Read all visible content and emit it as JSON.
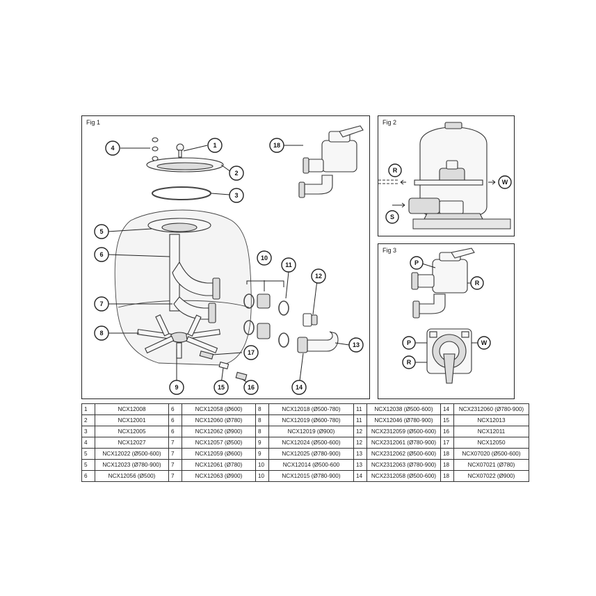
{
  "figures": {
    "fig1": {
      "label": "Fig 1",
      "callouts": [
        "1",
        "2",
        "3",
        "4",
        "5",
        "6",
        "7",
        "8",
        "9",
        "10",
        "11",
        "12",
        "13",
        "14",
        "15",
        "16",
        "17",
        "18"
      ]
    },
    "fig2": {
      "label": "Fig 2",
      "callouts": [
        "R",
        "W",
        "S"
      ]
    },
    "fig3": {
      "label": "Fig 3",
      "callouts": [
        "P",
        "R",
        "P",
        "W",
        "R"
      ]
    }
  },
  "parts_table": {
    "rows": [
      [
        [
          "1",
          "NCX12008"
        ],
        [
          "6",
          "NCX12058 (Ø600)"
        ],
        [
          "8",
          "NCX12018 (Ø500-780)"
        ],
        [
          "11",
          "NCX12038 (Ø500-600)"
        ],
        [
          "14",
          "NCX2312060 (Ø780-900)"
        ]
      ],
      [
        [
          "2",
          "NCX12001"
        ],
        [
          "6",
          "NCX12060 (Ø780)"
        ],
        [
          "8",
          "NCX12019 (Ø600-780)"
        ],
        [
          "11",
          "NCX12046 (Ø780-900)"
        ],
        [
          "15",
          "NCX12013"
        ]
      ],
      [
        [
          "3",
          "NCX12005"
        ],
        [
          "6",
          "NCX12062 (Ø900)"
        ],
        [
          "8",
          "NCX12019 (Ø900)"
        ],
        [
          "12",
          "NCX2312059 (Ø500-600)"
        ],
        [
          "16",
          "NCX12011"
        ]
      ],
      [
        [
          "4",
          "NCX12027"
        ],
        [
          "7",
          "NCX12057 (Ø500)"
        ],
        [
          "9",
          "NCX12024 (Ø500-600)"
        ],
        [
          "12",
          "NCX2312061 (Ø780-900)"
        ],
        [
          "17",
          "NCX12050"
        ]
      ],
      [
        [
          "5",
          "NCX12022 (Ø500-600)"
        ],
        [
          "7",
          "NCX12059 (Ø600)"
        ],
        [
          "9",
          "NCX12025 (Ø780-900)"
        ],
        [
          "13",
          "NCX2312062 (Ø500-600)"
        ],
        [
          "18",
          "NCX07020 (Ø500-600)"
        ]
      ],
      [
        [
          "5",
          "NCX12023 (Ø780-900)"
        ],
        [
          "7",
          "NCX12061 (Ø780)"
        ],
        [
          "10",
          "NCX12014 (Ø500-600"
        ],
        [
          "13",
          "NCX2312063 (Ø780-900)"
        ],
        [
          "18",
          "NCX07021 (Ø780)"
        ]
      ],
      [
        [
          "6",
          "NCX12056 (Ø500)"
        ],
        [
          "7",
          "NCX12063 (Ø900)"
        ],
        [
          "10",
          "NCX12015 (Ø780-900)"
        ],
        [
          "14",
          "NCX2312058 (Ø500-600)"
        ],
        [
          "18",
          "NCX07022 (Ø900)"
        ]
      ]
    ]
  }
}
